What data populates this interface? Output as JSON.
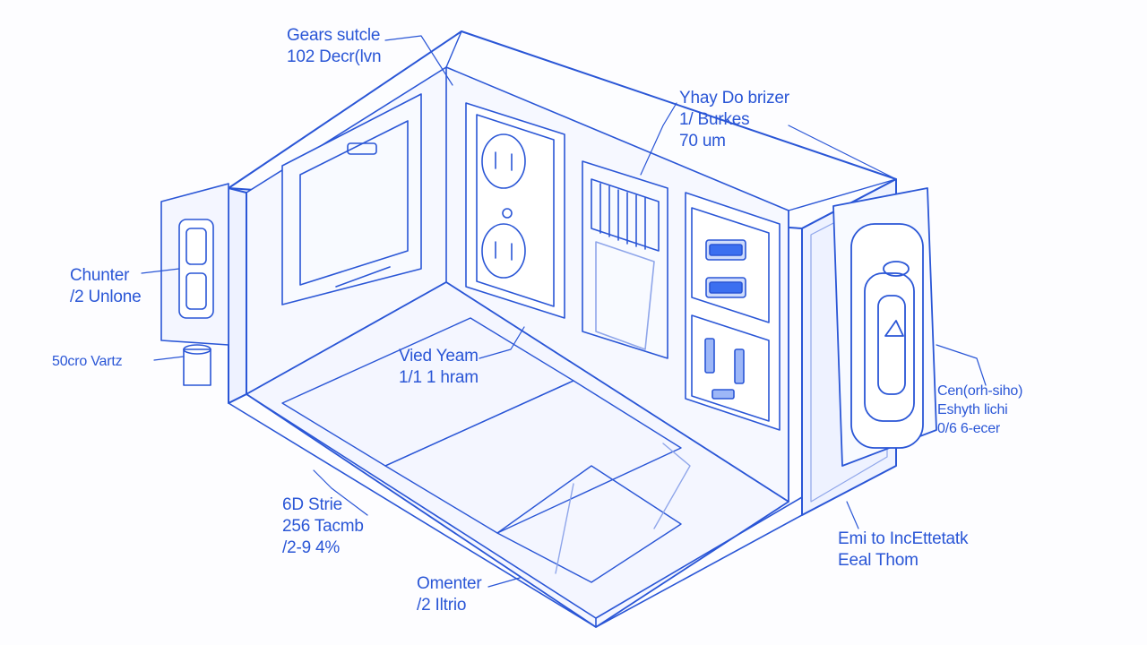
{
  "colors": {
    "ink": "#2a56d6",
    "ink_light": "#8fa6ea",
    "highlight": "#3b6ff0",
    "paper": "#fdfdff"
  },
  "labels": {
    "top_left": {
      "line1": "Gears sutcle",
      "line2": "102 Decr(lvn"
    },
    "top_right": {
      "line1": "Yhay Do brizer",
      "line2": "1/ Burkes",
      "line3": "70 um"
    },
    "left_mid": {
      "line1": "Chunter",
      "line2": "/2 Unlone"
    },
    "left_low": {
      "line1": "50cro Vartz"
    },
    "center": {
      "line1": "Vied Yeam",
      "line2": "1/1 1 hram"
    },
    "right_mid": {
      "line1": "Cen(orh-siho)",
      "line2": "Eshyth lichi",
      "line3": "0/6 6-ecer"
    },
    "bottom_left": {
      "line1": "6D Strie",
      "line2": "256 Tacmb",
      "line3": "/2-9 4%"
    },
    "bottom_center": {
      "line1": "Omenter",
      "line2": "/2 Iltrio"
    },
    "bottom_right": {
      "line1": "Emi to IncEttetatk",
      "line2": "Eeal Thom"
    }
  }
}
